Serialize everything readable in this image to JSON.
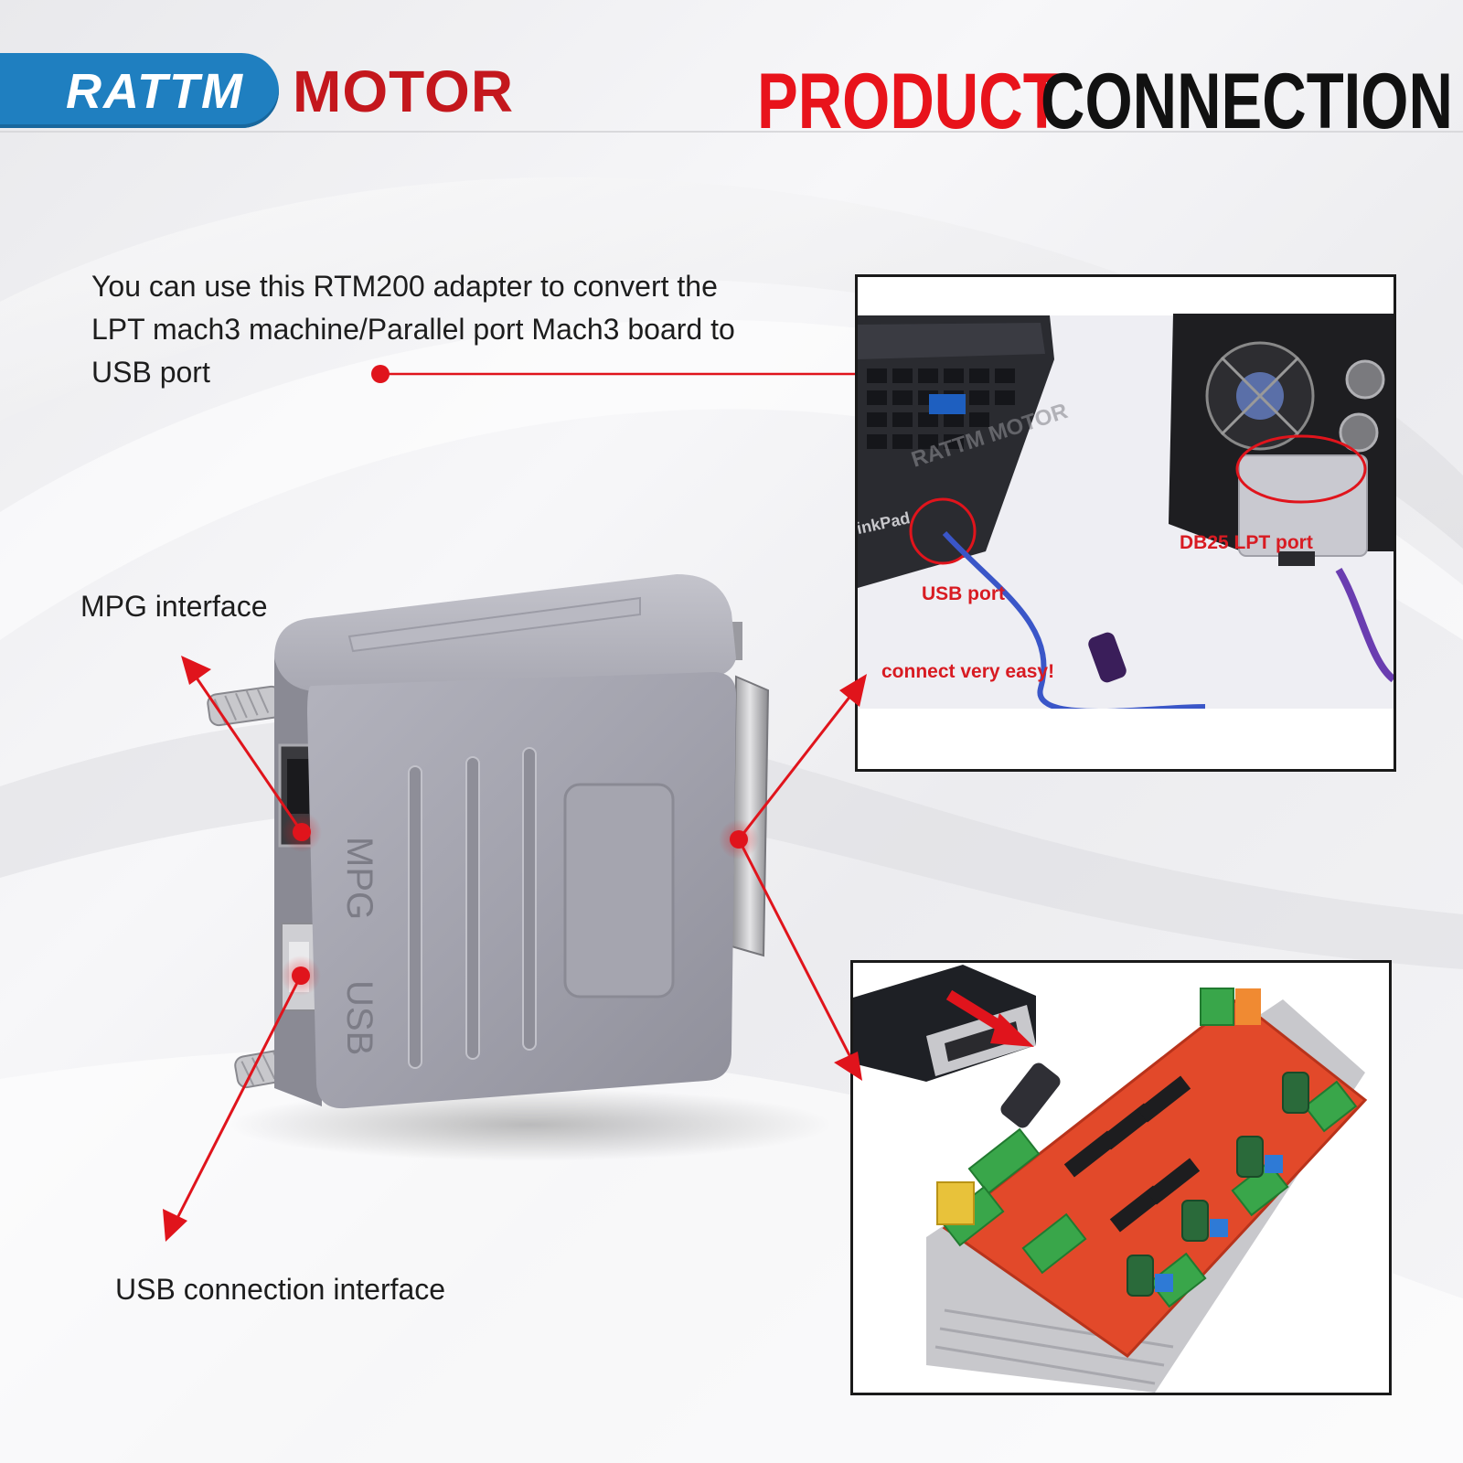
{
  "brand": {
    "name": "RATTM",
    "suffix": "MOTOR"
  },
  "title": {
    "part1": "PRODUCT",
    "part2": "CONNECTION"
  },
  "description": "You can use this RTM200 adapter to convert the LPT mach3 machine/Parallel port Mach3 board to USB port",
  "labels": {
    "mpg_interface": "MPG interface",
    "usb_interface": "USB connection interface"
  },
  "device": {
    "mpg_text": "MPG",
    "usb_text": "USB"
  },
  "photo_top": {
    "watermark": "RATTM MOTOR",
    "laptop_brand": "inkPad",
    "usb_port": "USB port",
    "db25_port": "DB25 LPT port",
    "caption": "connect very easy!"
  },
  "colors": {
    "brand_blue": "#1f7fc0",
    "brand_red": "#c4171d",
    "title_red": "#e8131b",
    "annotation_red": "#e0141c"
  }
}
